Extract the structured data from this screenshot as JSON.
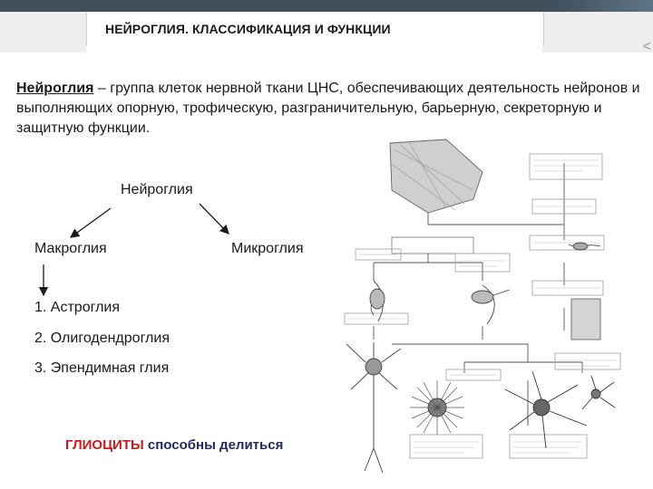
{
  "slide": {
    "title": "НЕЙРОГЛИЯ. КЛАССИФИКАЦИЯ И ФУНКЦИИ",
    "corner_mark": "<",
    "intro_term": "Нейроглия",
    "intro_rest": " – группа клеток нервной ткани ЦНС, обеспечивающих деятельность нейронов и выполняющих опорную, трофическую, разграничительную, барьерную, секреторную и защитную функции."
  },
  "tree": {
    "root": "Нейроглия",
    "left": "Макроглия",
    "right": "Микроглия",
    "items": [
      "1. Астроглия",
      "2. Олигодендроглия",
      "3. Эпендимная глия"
    ]
  },
  "footer": {
    "gliocytes_red": "ГЛИОЦИТЫ",
    "gliocytes_rest": " способны делиться"
  },
  "colors": {
    "topbar": "#3f4f5c",
    "accent_red": "#cc1a1a",
    "navy": "#1f2a66"
  }
}
